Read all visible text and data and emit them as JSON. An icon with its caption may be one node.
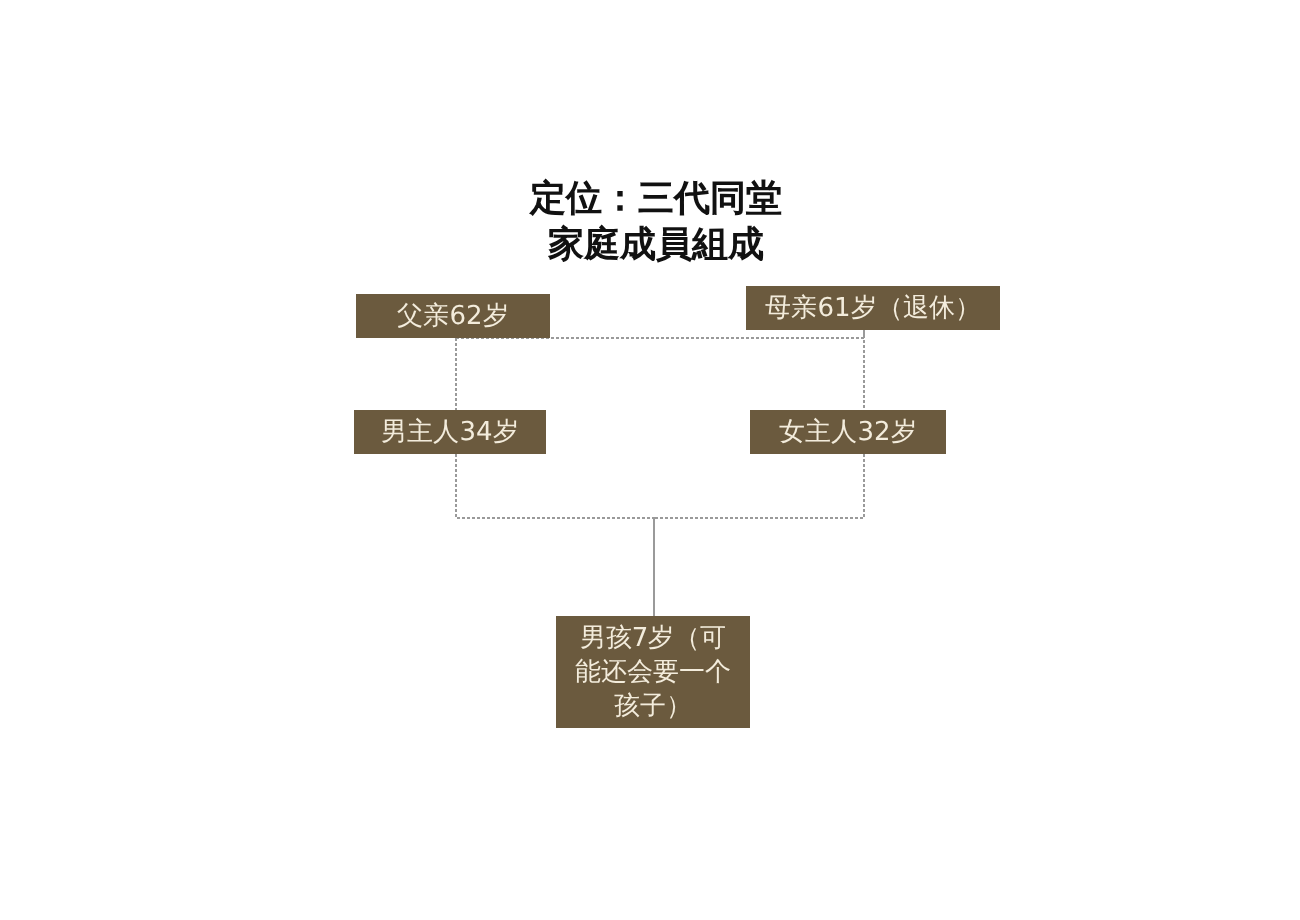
{
  "diagram": {
    "title": "定位：三代同堂家庭成員組成",
    "nodes": [
      {
        "text": [
          "父亲62岁"
        ]
      },
      {
        "text": [
          "母亲61岁（退休）"
        ]
      },
      {
        "text": [
          "男主人34岁"
        ]
      },
      {
        "text": [
          "女主人32岁"
        ]
      },
      {
        "text": [
          "男孩7岁（可能还会要一个孩子）"
        ]
      }
    ],
    "edges": [
      {
        "from": 0,
        "to": 1,
        "arrow": "none"
      },
      {
        "from": 0,
        "to": 2,
        "arrow": "none"
      },
      {
        "from": 1,
        "to": 3,
        "arrow": "none"
      },
      {
        "from": 2,
        "to": 4,
        "arrow": "none"
      },
      {
        "from": 3,
        "to": 4,
        "arrow": "none"
      }
    ]
  }
}
